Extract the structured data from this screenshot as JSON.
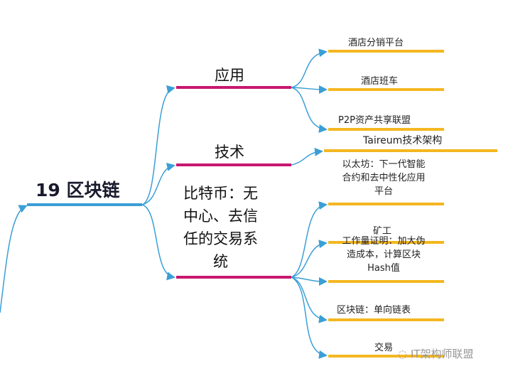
{
  "root": {
    "label": "19 区块链"
  },
  "branches": [
    {
      "label": "应用",
      "children": [
        "酒店分销平台",
        "酒店班车",
        "P2P资产共享联盟"
      ]
    },
    {
      "label": "技术",
      "children": [
        "Taireum技术架构"
      ]
    },
    {
      "label": "比特币：无中心、去信任的交易系统",
      "lines": [
        "比特币：无",
        "中心、去信",
        "任的交易系",
        "统"
      ],
      "children": [
        {
          "lines": [
            "以太坊：下一代智能",
            "合约和去中性化应用",
            "平台"
          ]
        },
        {
          "lines": [
            "矿工"
          ]
        },
        {
          "lines": [
            "工作量证明：加大伪",
            "造成本，计算区块",
            "Hash值"
          ]
        },
        {
          "lines": [
            "区块链：单向链表"
          ]
        },
        {
          "lines": [
            "交易"
          ]
        }
      ]
    }
  ],
  "watermark": "IT架构师联盟",
  "colors": {
    "root_line": "#3a9fd6",
    "branch_line": "#c8186f",
    "leaf_line": "#f4b720",
    "connector": "#3a9fd6"
  }
}
